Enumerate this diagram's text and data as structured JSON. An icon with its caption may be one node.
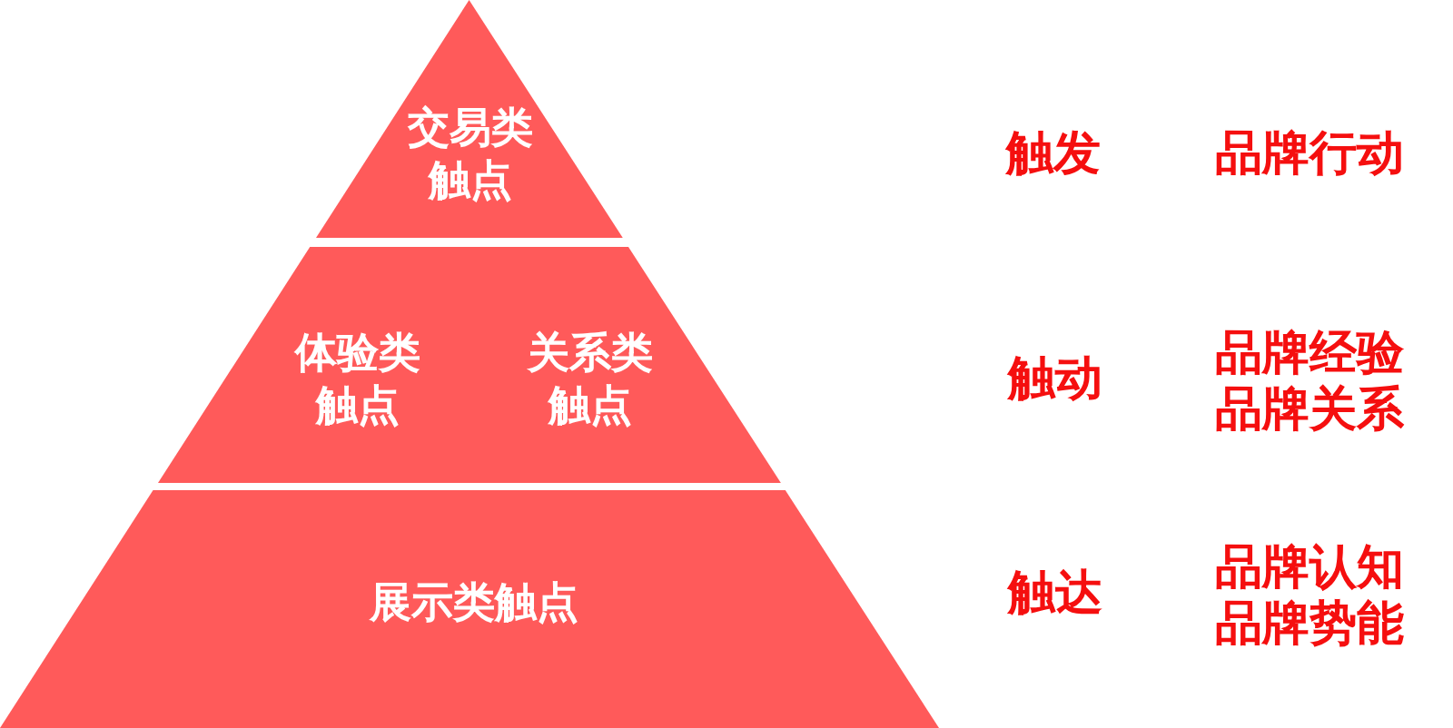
{
  "diagram": {
    "nodes": [
      {
        "text": [
          "交易类触点"
        ]
      },
      {
        "text": [
          "体验类触点",
          "关系类触点"
        ]
      },
      {
        "text": [
          "展示类触点"
        ]
      }
    ],
    "labels": [
      "触发",
      "品牌行动",
      "触动",
      "品牌经验",
      "品牌关系",
      "触达",
      "品牌认知",
      "品牌势能"
    ]
  }
}
